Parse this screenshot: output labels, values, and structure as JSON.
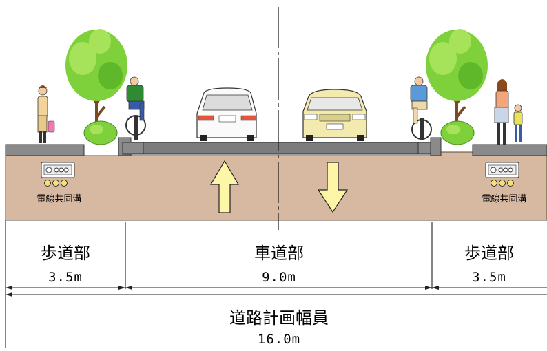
{
  "sections": {
    "left_sidewalk": {
      "name": "歩道部",
      "width": "3.5m"
    },
    "carriageway": {
      "name": "車道部",
      "width": "9.0m"
    },
    "right_sidewalk": {
      "name": "歩道部",
      "width": "3.5m"
    }
  },
  "total": {
    "name": "道路計画幅員",
    "width": "16.0m"
  },
  "utility_duct": {
    "left": "電線共同溝",
    "right": "電線共同溝"
  },
  "colors": {
    "soil": "#d7b9a2",
    "pavement": "#808080",
    "tree_leaves": "#7fd13b",
    "arrow": "#fcf6a6"
  }
}
